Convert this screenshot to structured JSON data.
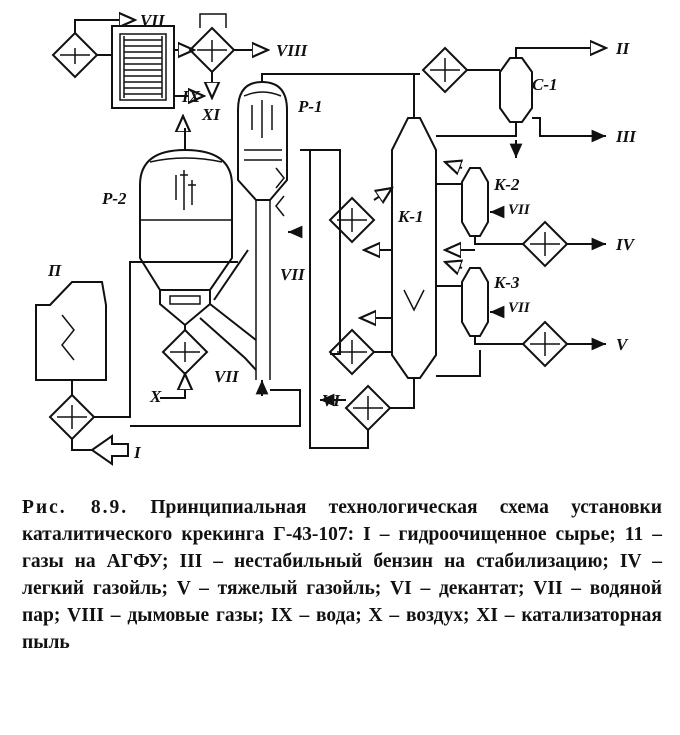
{
  "labels": {
    "stream_I": "I",
    "stream_II": "II",
    "stream_III": "III",
    "stream_IV": "IV",
    "stream_V": "V",
    "stream_VI": "VI",
    "stream_VII_top": "VII",
    "stream_VII_p1": "VII",
    "stream_VII_k2": "VII",
    "stream_VII_k3": "VII",
    "stream_VII_bottom": "VII",
    "stream_VIII": "VIII",
    "stream_IX": "IX",
    "stream_X": "X",
    "stream_XI": "XI",
    "furnace": "П",
    "reactor_p1": "P-1",
    "regenerator_p2": "P-2",
    "column_k1": "K-1",
    "stripper_k2": "K-2",
    "stripper_k3": "K-3",
    "separator_c1": "C-1"
  },
  "caption": {
    "prefix": "Рис. 8.9.",
    "text": "Принципиальная технологическая схема установки каталитического крекинга Г-43-107: I – гидроочищенное сырье; 11 – газы на АГФУ; III – нестабильный бензин на стабилизацию; IV –легкий газойль; V – тяжелый газойль; VI – декантат; VII – водяной пар; VIII – дымовые газы; IX – вода; X – воздух; XI – катализаторная пыль"
  }
}
